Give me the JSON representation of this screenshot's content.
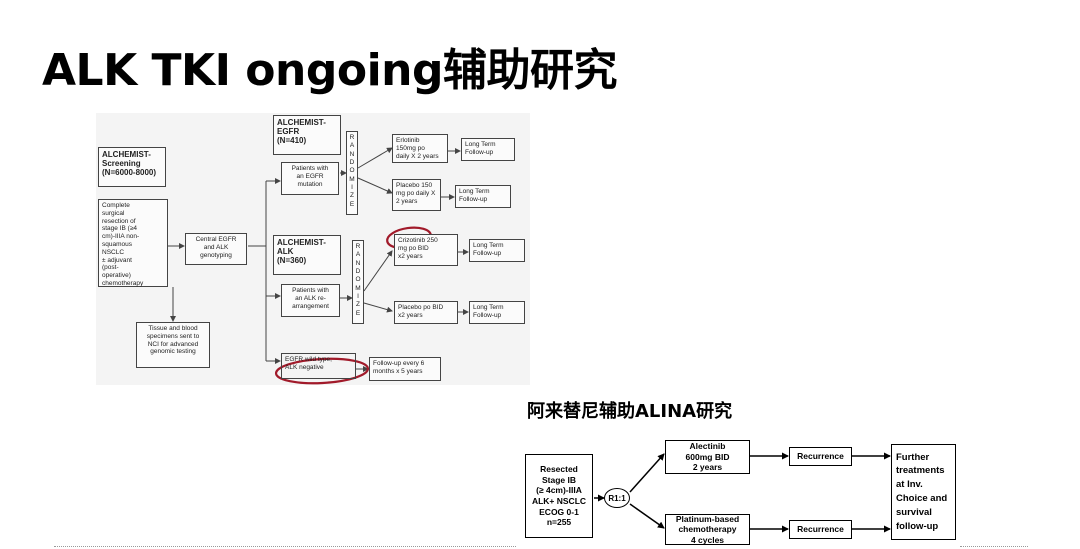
{
  "title": "ALK TKI ongoing辅助研究",
  "subtitle": "阿来替尼辅助ALINA研究",
  "alchemist": {
    "screening": "ALCHEMIST-\nScreening\n(N=6000-8000)",
    "eligibility": "Complete\nsurgical\nresection of\nstage IB (≥4\ncm)-IIIA non-\nsquamous\nNSCLC\n± adjuvant\n(post-\noperative)\nchemotherapy",
    "tissue": "Tissue and blood\nspecimens sent to\nNCI for advanced\ngenomic testing",
    "genotyping": "Central EGFR\nand ALK\ngenotyping",
    "egfr_arm": "ALCHEMIST-\nEGFR\n(N=410)",
    "egfr_patients": "Patients with\nan EGFR\nmutation",
    "randomize": "R\nA\nN\nD\nO\nM\nI\nZ\nE",
    "erlotinib": "Erlotinib\n150mg po\ndaily X 2 years",
    "placebo_egfr": "Placebo 150\nmg po daily X\n2 years",
    "long_term": "Long Term\nFollow-up",
    "alk_arm": "ALCHEMIST-\nALK\n(N=360)",
    "alk_patients": "Patients with\nan ALK re-\narrangement",
    "crizotinib": "Crizotinib 250\nmg po BID\nx2 years",
    "placebo_alk": "Placebo po BID\nx2 years",
    "wild_type": "EGFR wild type,\nALK negative",
    "followup_6": "Follow-up every 6\nmonths x 5 years"
  },
  "alina": {
    "population": "Resected\nStage IB\n(≥ 4cm)-IIIA\nALK+ NSCLC\nECOG 0-1\nn=255",
    "randomization": "R1:1",
    "alectinib": "Alectinib\n600mg BID\n2 years",
    "chemo": "Platinum-based\nchemotherapy\n4 cycles",
    "recurrence_1": "Recurrence",
    "recurrence_2": "Recurrence",
    "further": "Further\ntreatments\nat Inv.\nChoice and\nsurvival\nfollow-up"
  }
}
